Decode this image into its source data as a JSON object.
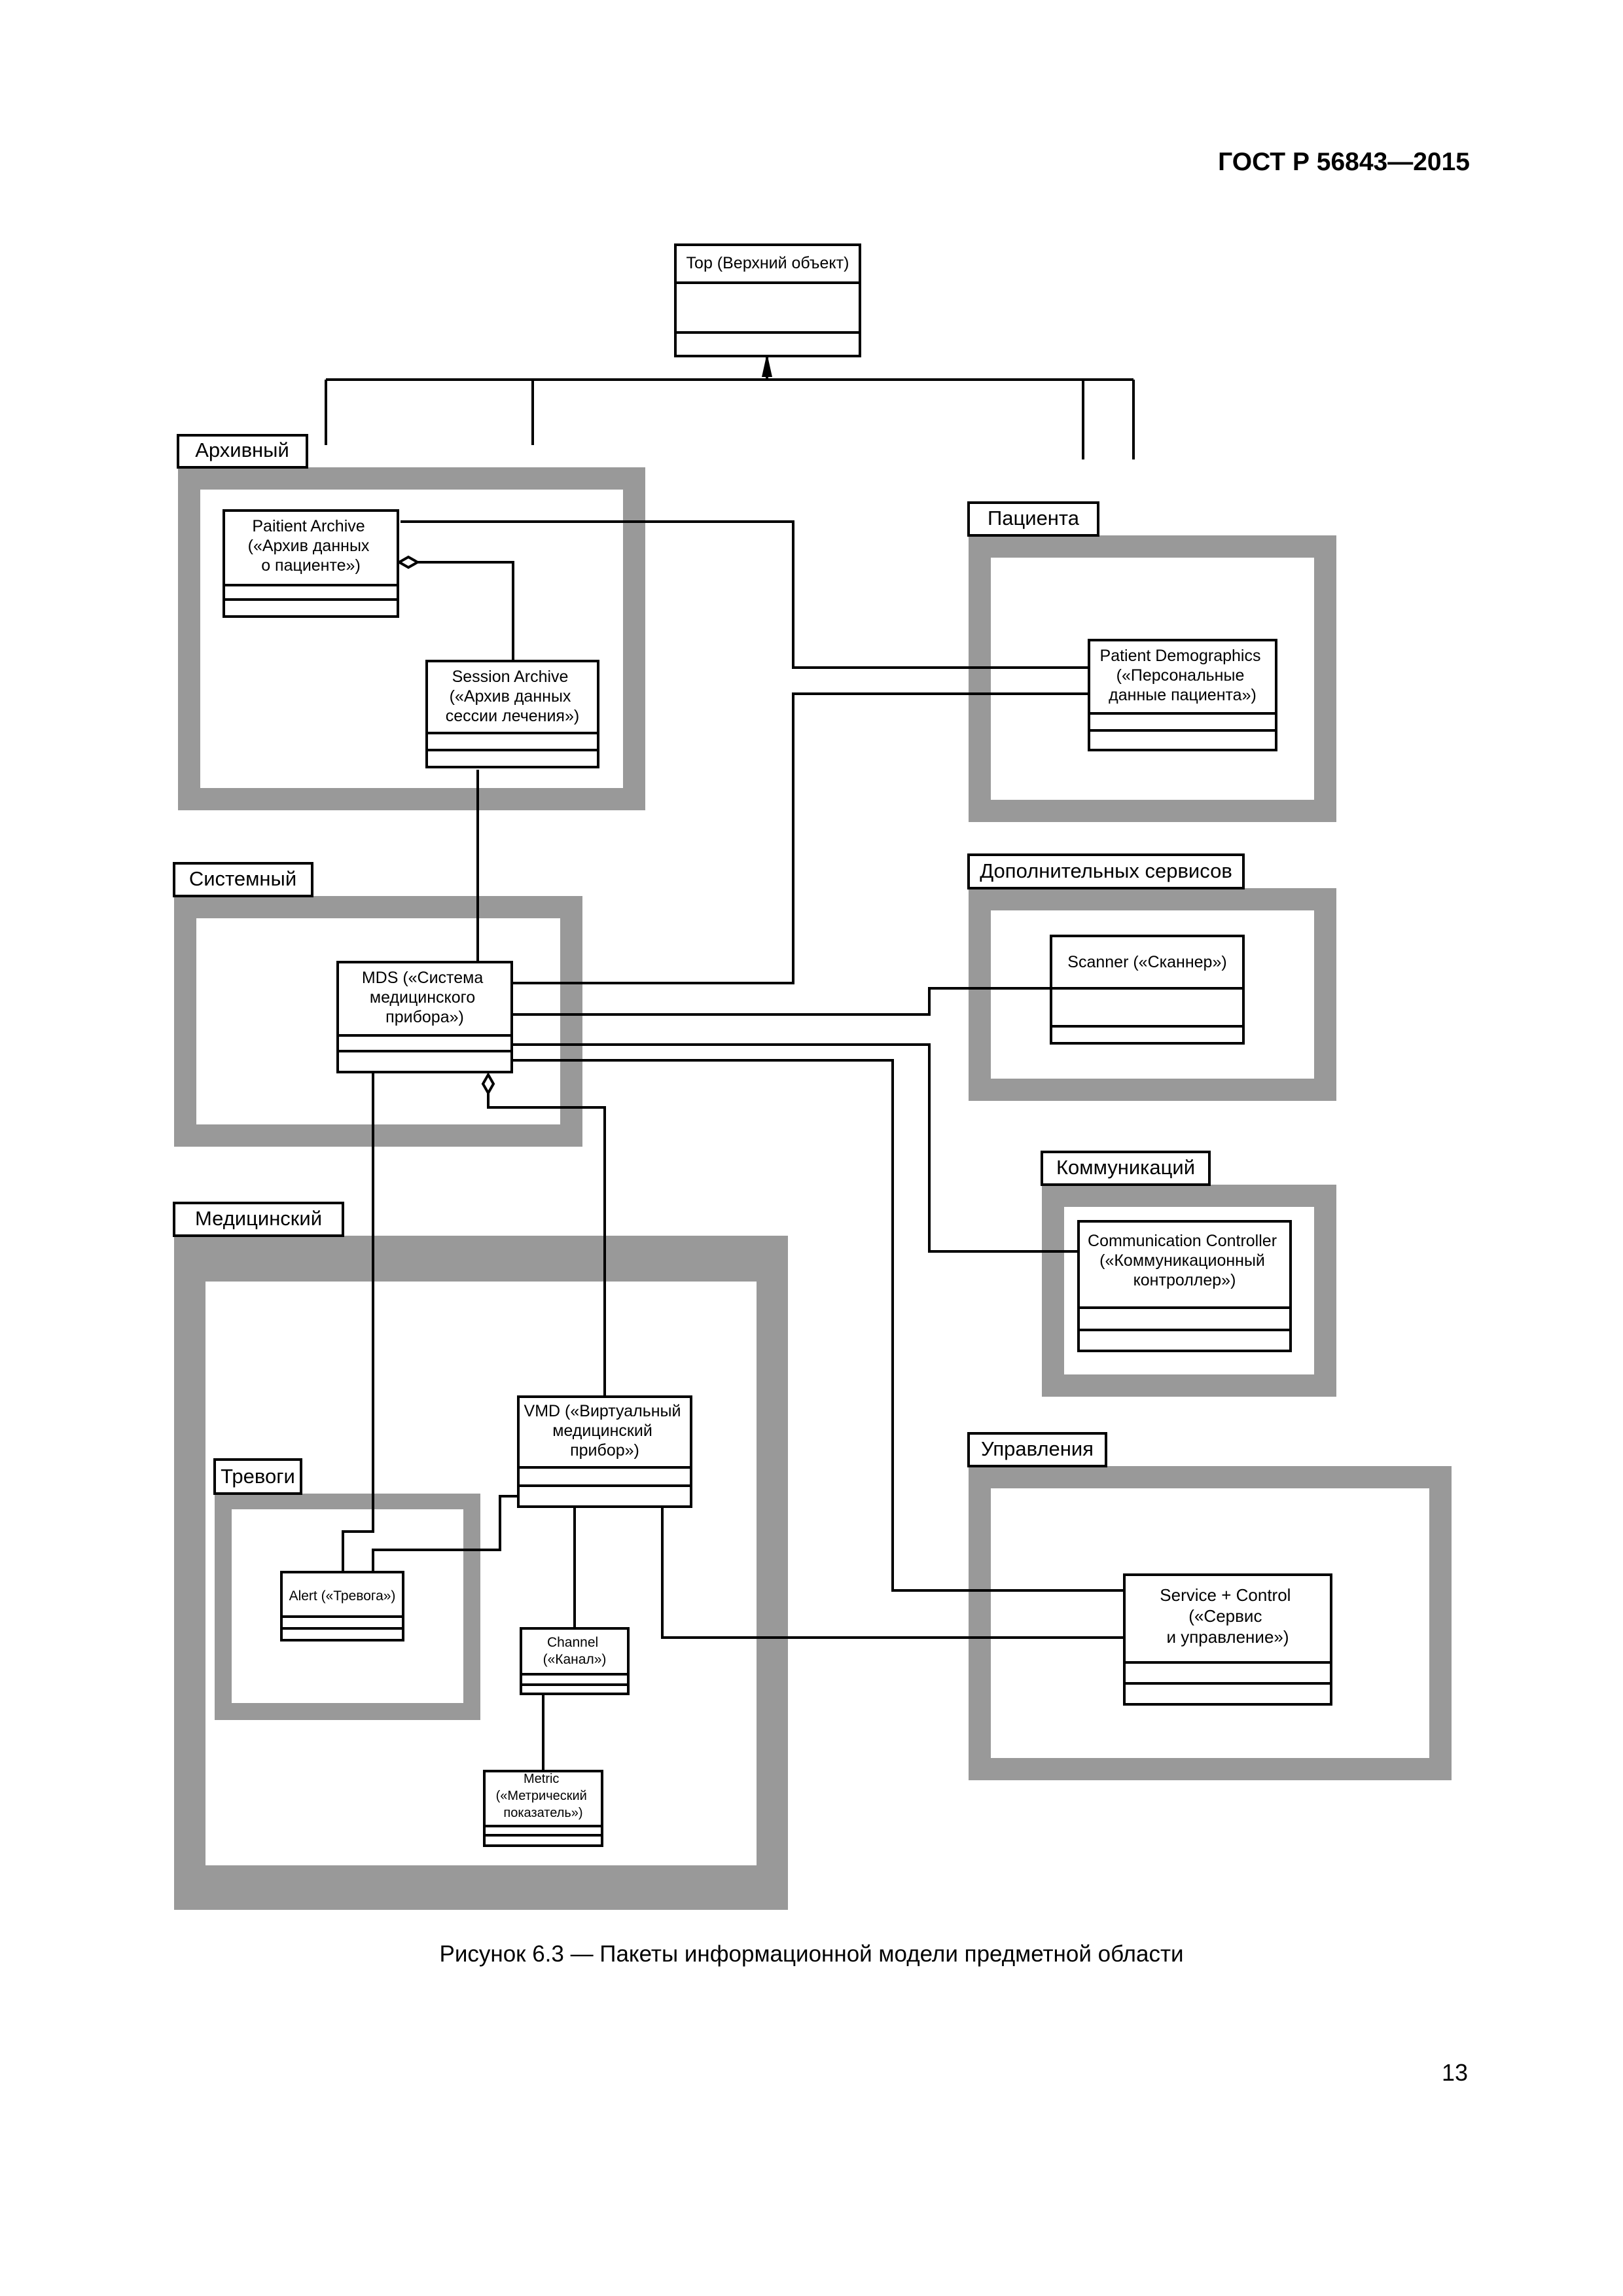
{
  "header": {
    "standard": "ГОСТ Р 56843—2015"
  },
  "packages": {
    "archive": "Архивный",
    "patient": "Пациента",
    "system": "Системный",
    "extended_services": "Дополнительных сервисов",
    "communication": "Коммуникаций",
    "medical": "Медицинский",
    "alerts": "Тревоги",
    "control": "Управления"
  },
  "classes": {
    "top": [
      "Top (Верхний объект)"
    ],
    "patient_archive": [
      "Paitient Archive",
      "(«Архив данных",
      "о пациенте»)"
    ],
    "session_archive": [
      "Session Archive",
      "(«Архив данных",
      "сессии лечения»)"
    ],
    "patient_demographics": [
      "Patient Demographics",
      "(«Персональные",
      "данные пациента»)"
    ],
    "mds": [
      "MDS («Система",
      "медицинского",
      "прибора»)"
    ],
    "scanner": [
      "Scanner («Сканнер»)"
    ],
    "comm_controller": [
      "Communication Controller",
      "(«Коммуникационный",
      "контроллер»)"
    ],
    "vmd": [
      "VMD («Виртуальный",
      "медицинский",
      "прибор»)"
    ],
    "alert": [
      "Alert («Тревога»)"
    ],
    "channel": [
      "Channel",
      "(«Канал»)"
    ],
    "metric": [
      "Metric",
      "(«Метрический",
      "показатель»)"
    ],
    "service_control": [
      "Service + Control",
      "(«Сервис",
      "и управление»)"
    ]
  },
  "colors": {
    "package_frame": "#999999",
    "line": "#000000",
    "background": "#ffffff"
  },
  "caption": "Рисунок 6.3 — Пакеты информационной модели предметной области",
  "page_number": "13"
}
